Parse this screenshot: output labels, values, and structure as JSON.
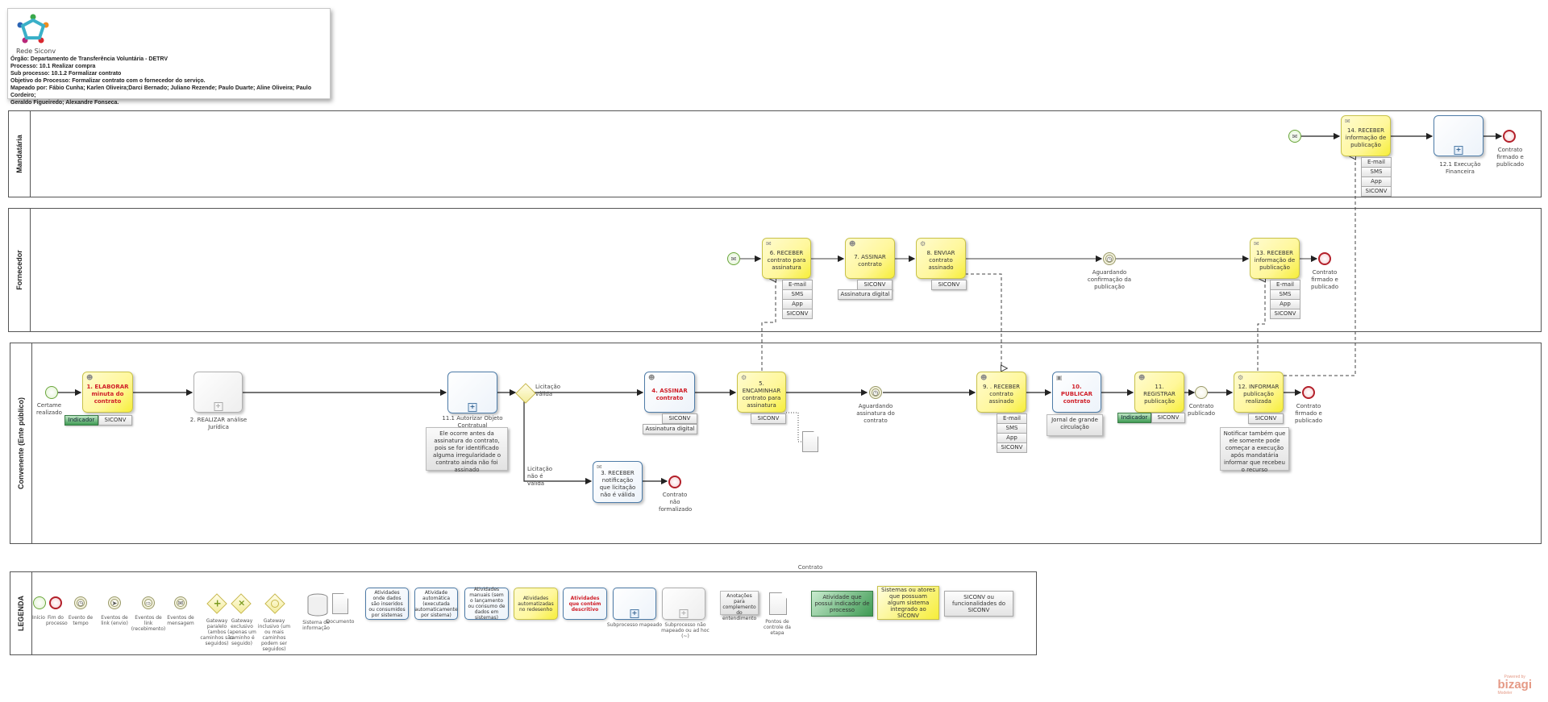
{
  "header": {
    "logo_text": "Rede Siconv",
    "orgao": "Órgão: Departamento de Transferência Voluntária - DETRV",
    "processo": "Processo: 10.1 Realizar compra",
    "subprocesso": "Sub processo: 10.1.2 Formalizar contrato",
    "objetivo": "Objetivo do Processo: Formalizar contrato com o fornecedor do serviço.",
    "mapeado_1": "Mapeado por: Fábio Cunha; Karlen Oliveira;Darci Bernado; Juliano Rezende; Paulo Duarte; Aline Oliveira; Paulo Cordeiro;",
    "mapeado_2": "Geraldo Figueiredo; Alexandre Fonseca."
  },
  "pools": {
    "mandataria": "Mandatária",
    "fornecedor": "Fornecedor",
    "convenente": "Convenente (Ente público)",
    "legenda": "LEGENDA"
  },
  "convenente": {
    "start_label": "Certame realizado",
    "task1": {
      "num": "1. ELABORAR",
      "rest": "minuta do contrato"
    },
    "task1_indicador": "Indicador",
    "task1_system": "SICONV",
    "task2_label": "2. REALIZAR análise Jurídica",
    "sub11_label": "11.1 Autorizar Objeto Contratual",
    "sub11_note": "Ele ocorre antes da assinatura do contrato, pois se for identificado alguma irregularidade o contrato ainda não foi assinado",
    "gw_valid": "Licitação válida",
    "gw_invalid": "Licitação não é válida",
    "task3": "3. RECEBER notificação que licitação não é válida",
    "end_nao_formalizado": "Contrato não formalizado",
    "task4": {
      "num": "4. ASSINAR",
      "rest": "contrato"
    },
    "task4_system": "SICONV",
    "task4_assinatura": "Assinatura digital",
    "task5": "5. ENCAMINHAR contrato para assinatura",
    "task5_system": "SICONV",
    "wait_assinatura": "Aguardando assinatura do contrato",
    "task9": "9. . RECEBER contrato assinado",
    "task9_channels": [
      "E-mail",
      "SMS",
      "App",
      "SICONV"
    ],
    "task10": {
      "num": "10. PUBLICAR",
      "rest": "contrato"
    },
    "task10_note": "Jornal de grande circulação",
    "task11": "11. REGISTRAR publicação",
    "task11_indicador": "Indicador",
    "task11_system": "SICONV",
    "event_publicado": "Contrato publicado",
    "task12": "12. INFORMAR publicação realizada",
    "task12_system": "SICONV",
    "task12_note": "Notificar também que ele somente pode começar a execução após mandatária informar que recebeu o recurso",
    "end_firmado": "Contrato firmado e publicado"
  },
  "fornecedor": {
    "task6": "6. RECEBER contrato para assinatura",
    "task6_channels": [
      "E-mail",
      "SMS",
      "App",
      "SICONV"
    ],
    "task7": "7. ASSINAR contrato",
    "task7_system": "SICONV",
    "task7_assinatura": "Assinatura digital",
    "task8": "8. ENVIAR contrato assinado",
    "task8_system": "SICONV",
    "wait_confirmacao": "Aguardando confirmação da publicação",
    "task13": "13. RECEBER informação de publicação",
    "task13_channels": [
      "E-mail",
      "SMS",
      "App",
      "SICONV"
    ],
    "end_firmado": "Contrato firmado e publicado"
  },
  "mandataria": {
    "task14": "14. RECEBER informação de publicação",
    "task14_channels": [
      "E-mail",
      "SMS",
      "App",
      "SICONV"
    ],
    "sub_exec_label": "12.1 Execução Financeira",
    "end_firmado": "Contrato firmado e publicado"
  },
  "legend": {
    "title": "Contrato",
    "inicio": "Início",
    "fim": "Fim do processo",
    "tempo": "Evento de tempo",
    "link_envio": "Eventos de link (envio)",
    "link_receb": "Eventos de link (recebimento)",
    "mensagem": "Eventos de mensagem",
    "gw_paralelo": "Gateway paralelo (ambos caminhos são seguidos)",
    "gw_exclusivo": "Gateway exclusivo (apenas um caminho é seguido)",
    "gw_inclusivo": "Gateway inclusivo (um ou mais caminhos podem ser seguidos)",
    "sistema": "Sistema de informação",
    "documento": "Documento",
    "box_dados": "Atividades onde dados são inseridos ou consumidos por sistemas",
    "box_auto": "Atividade automática (executada automaticamente por sistema)",
    "box_manual": "Atividades manuais (sem o lançamento ou consumo de dados em sistemas)",
    "box_redesenho": "Atividades automatizadas no redesenho",
    "box_descritivo": "Atividades que contém descritivo",
    "sub_mapeado": "Subprocesso mapeado",
    "sub_nao_mapeado": "Subprocesso não mapeado ou ad hoc (~)",
    "anotacoes": "Anotações para complemento do entendimento",
    "pontos": "Pontos de controle da etapa",
    "indicador": "Atividade que possui indicador de processo",
    "sistemas_atores": "Sistemas ou atores que possuam algum sistema integrado ao SICONV",
    "siconv_func": "SICONV ou funcionalidades do SICONV"
  },
  "watermark": {
    "powered": "Powered by",
    "brand": "bizagi",
    "product": "Modeler"
  },
  "colors": {
    "task_yellow": "#fff79a",
    "task_blue_border": "#4e7ca8",
    "red_text": "#d0202a",
    "indicator_green": "#3e9a53",
    "end_event": "#b3202a",
    "start_event": "#6aa63b"
  }
}
